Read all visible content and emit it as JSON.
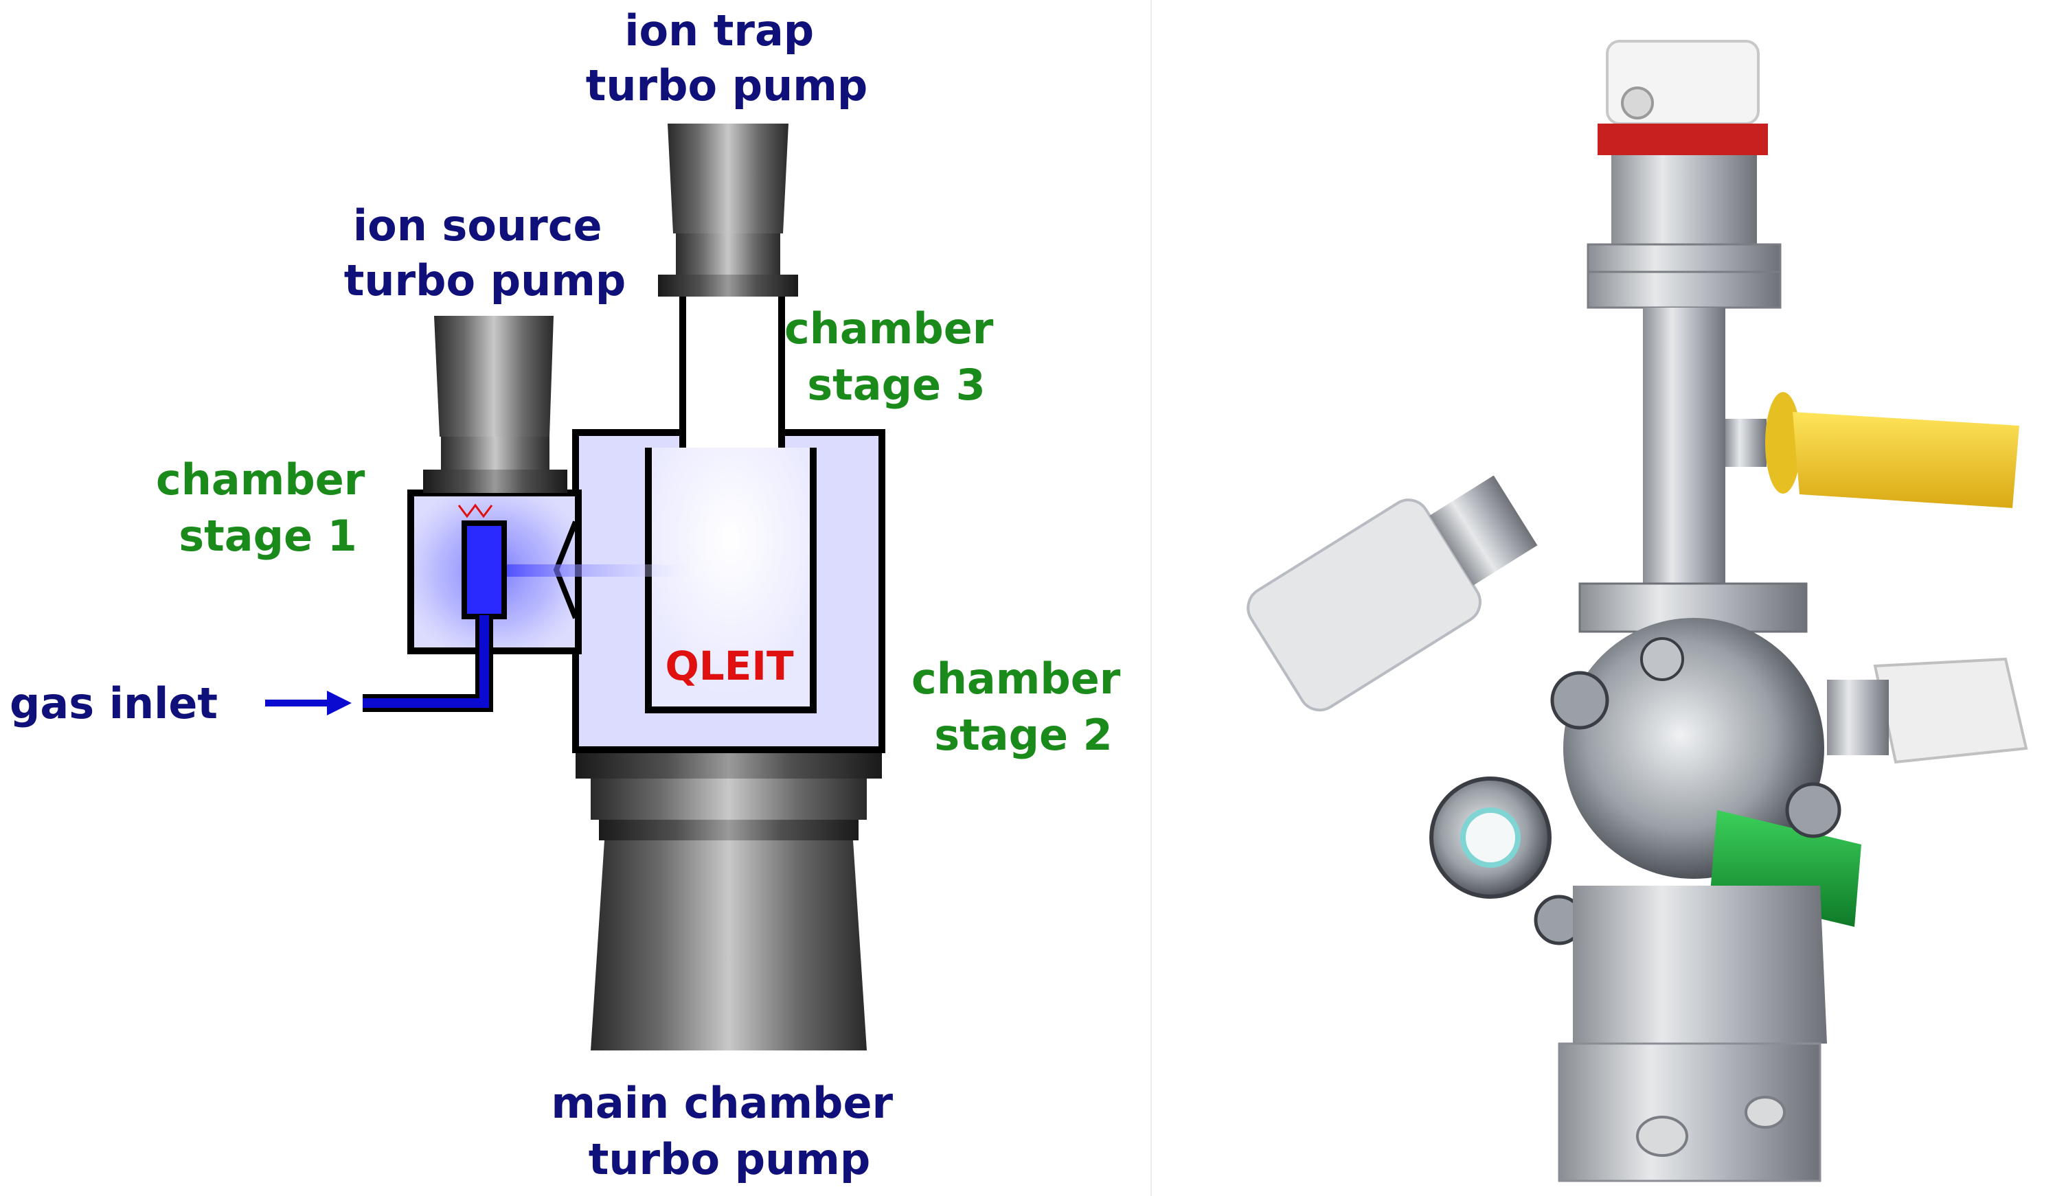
{
  "left_panel": {
    "labels": {
      "ion_trap_pump": [
        "ion trap",
        "turbo pump"
      ],
      "ion_source_pump": [
        "ion source",
        "turbo pump"
      ],
      "chamber_stage_1": [
        "chamber",
        "stage 1"
      ],
      "chamber_stage_2": [
        "chamber",
        "stage 2"
      ],
      "chamber_stage_3": [
        "chamber",
        "stage 3"
      ],
      "main_chamber_pump": [
        "main chamber",
        "turbo pump"
      ],
      "gas_inlet": "gas inlet",
      "trap": "QLEIT"
    },
    "colors": {
      "pump_label": "#10107a",
      "chamber_label": "#1a8a1a",
      "trap_label": "#e01010",
      "gas_line": "#0a0ad0",
      "chamber_fill": "#dcdcff",
      "ion_source_glow": "#2a2aff"
    }
  },
  "right_panel": {
    "image_kind": "3D render of vacuum chamber assembly",
    "accent_colors": {
      "clamp_red": "#c8201e",
      "gauge_yellow": "#f2d024",
      "motor_green": "#1ea23a",
      "body_steel": "#b8bcc2"
    }
  }
}
